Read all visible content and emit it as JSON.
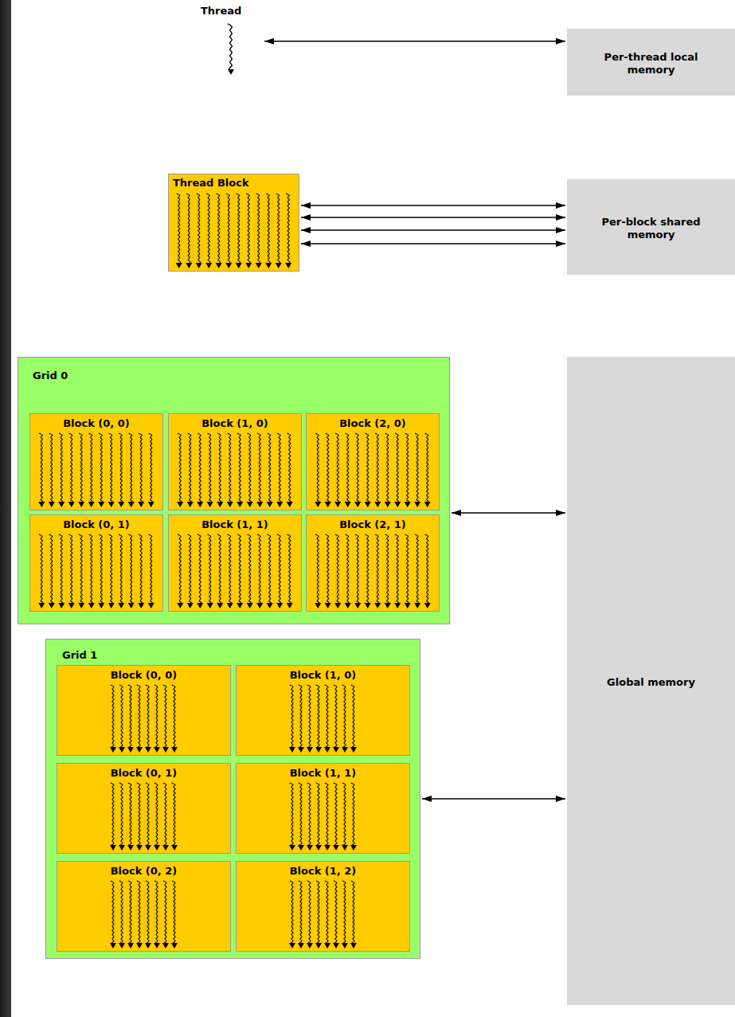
{
  "diagram": {
    "nodes": [
      {
        "text": [
          "Thread"
        ]
      },
      {
        "text": [
          "Per-thread local memory"
        ]
      },
      {
        "text": [
          "Thread Block"
        ]
      },
      {
        "text": [
          "Per-block shared memory"
        ]
      },
      {
        "text": [
          "Grid 0"
        ]
      },
      {
        "text": [
          "Block (0, 0)"
        ],
        "in": 4
      },
      {
        "text": [
          "Block (1, 0)"
        ],
        "in": 4
      },
      {
        "text": [
          "Block (2, 0)"
        ],
        "in": 4
      },
      {
        "text": [
          "Block (0, 1)"
        ],
        "in": 4
      },
      {
        "text": [
          "Block (1, 1)"
        ],
        "in": 4
      },
      {
        "text": [
          "Block (2, 1)"
        ],
        "in": 4
      },
      {
        "text": [
          "Global memory"
        ]
      },
      {
        "text": [
          "Grid 1"
        ]
      },
      {
        "text": [
          "Block (0, 0)"
        ],
        "in": 12
      },
      {
        "text": [
          "Block (1, 0)"
        ],
        "in": 12
      },
      {
        "text": [
          "Block (0, 1)"
        ],
        "in": 12
      },
      {
        "text": [
          "Block (1, 1)"
        ],
        "in": 12
      },
      {
        "text": [
          "Block (0, 2)"
        ],
        "in": 12
      },
      {
        "text": [
          "Block (1, 2)"
        ],
        "in": 12
      }
    ],
    "edges": [
      {
        "from": 0,
        "to": 1,
        "arrow": "both"
      },
      {
        "from": 2,
        "to": 3,
        "arrow": "both"
      },
      {
        "from": 2,
        "to": 3,
        "arrow": "both"
      },
      {
        "from": 2,
        "to": 3,
        "arrow": "both"
      },
      {
        "from": 2,
        "to": 3,
        "arrow": "both"
      },
      {
        "from": 4,
        "to": 11,
        "arrow": "both"
      },
      {
        "from": 12,
        "to": 11,
        "arrow": "both"
      }
    ]
  }
}
